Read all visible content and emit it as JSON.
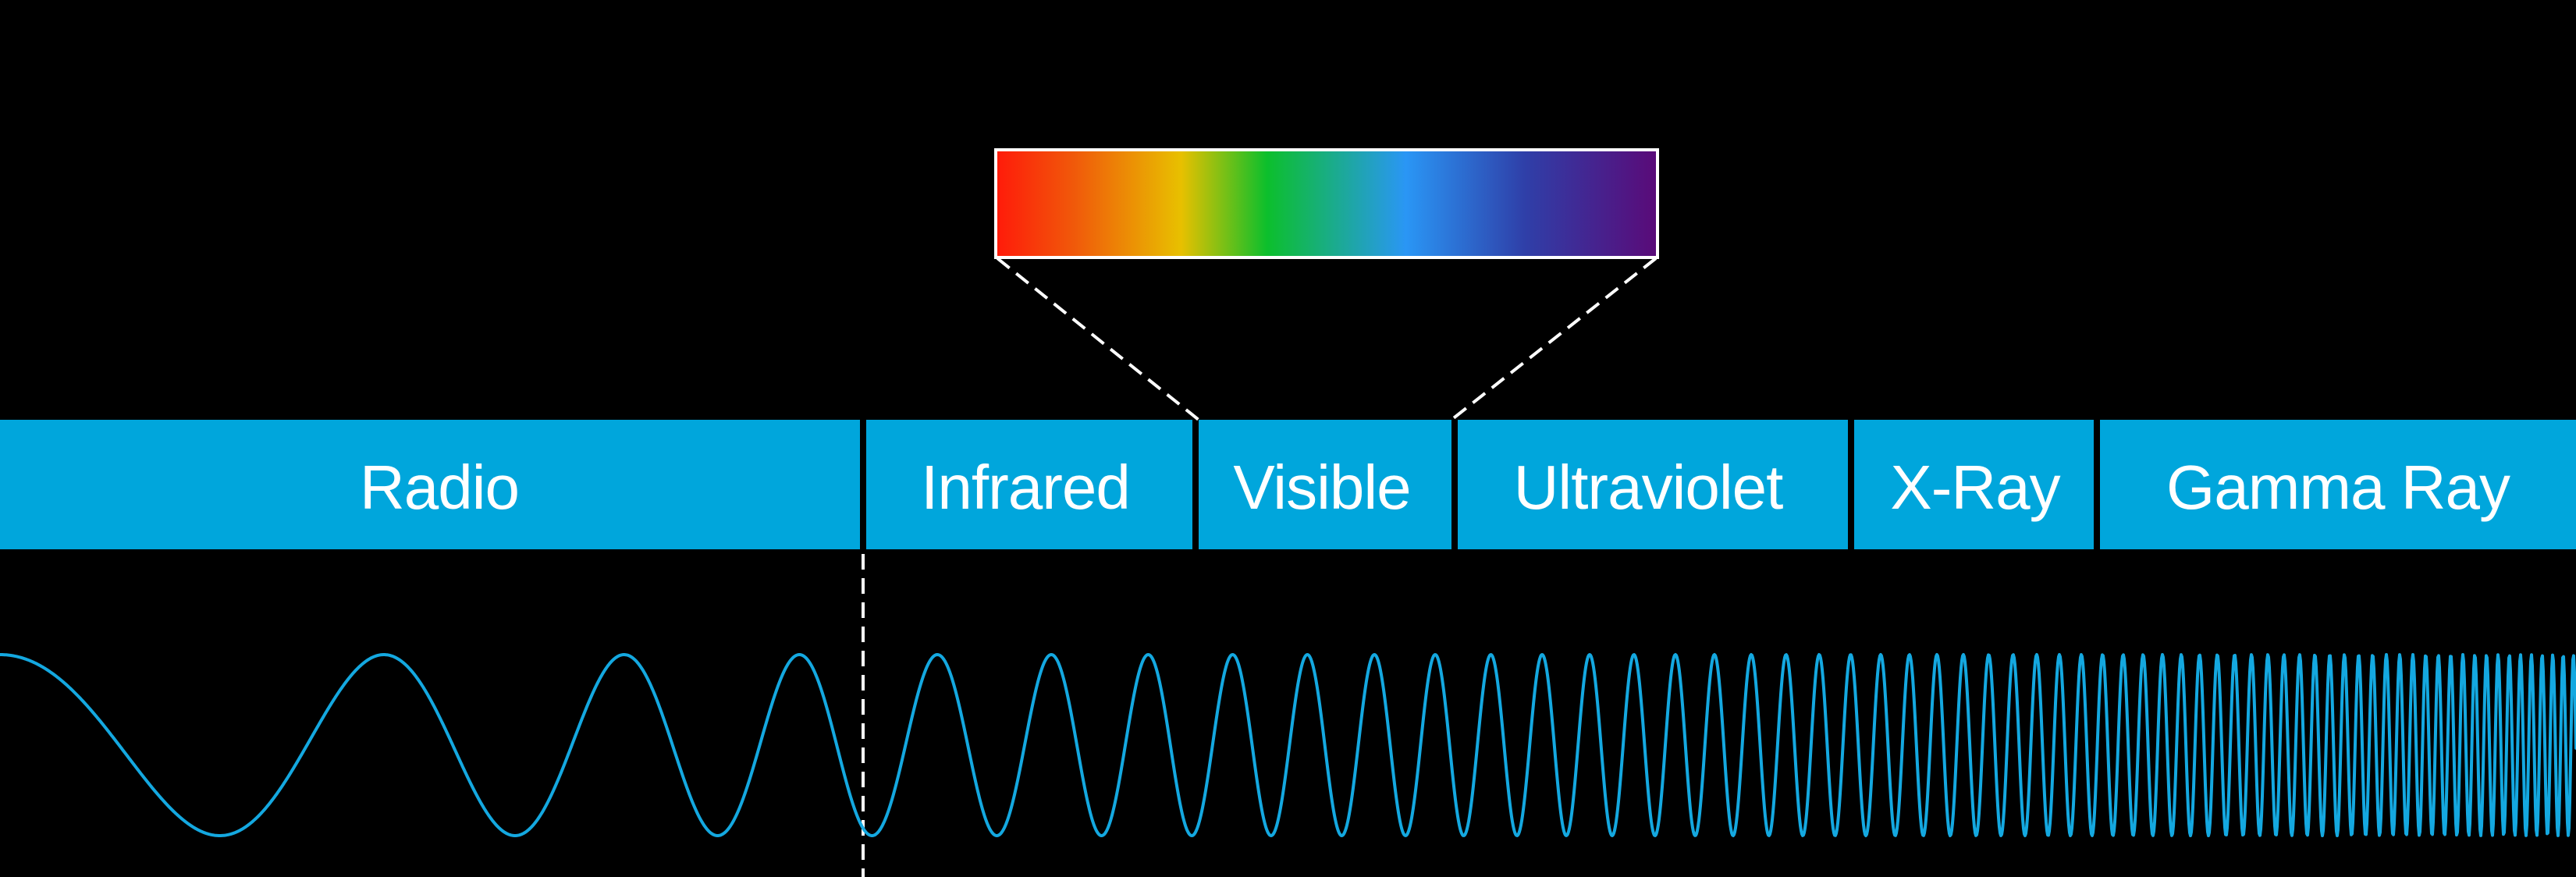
{
  "colors": {
    "background": "#000000",
    "band_fill": "#00a6dc",
    "wave_stroke": "#14a8e0",
    "label_text": "#ffffff",
    "connector": "#ffffff"
  },
  "bands": [
    {
      "id": "radio",
      "label": "Radio"
    },
    {
      "id": "infrared",
      "label": "Infrared"
    },
    {
      "id": "visible",
      "label": "Visible"
    },
    {
      "id": "ultraviolet",
      "label": "Ultraviolet"
    },
    {
      "id": "x-ray",
      "label": "X-Ray"
    },
    {
      "id": "gamma-ray",
      "label": "Gamma Ray"
    }
  ],
  "visible_spectrum": {
    "gradient_colors": [
      "#ff1a0a",
      "#f05a0a",
      "#e8c000",
      "#0cbf2c",
      "#2a96f5",
      "#2f3fa8",
      "#5a0a78"
    ]
  }
}
